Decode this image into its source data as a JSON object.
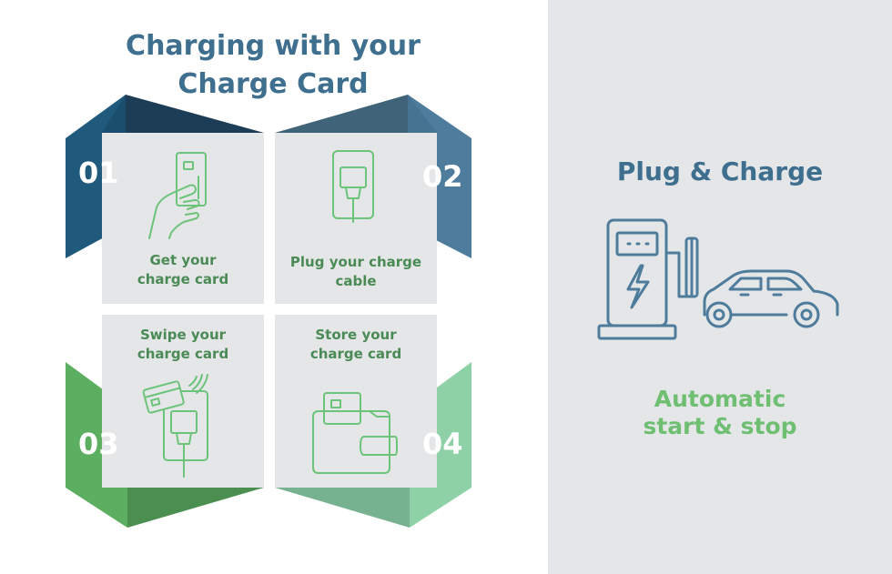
{
  "title_line1": "Charging with your",
  "title_line2": "Charge Card",
  "steps": [
    {
      "num": "01",
      "line1": "Get your",
      "line2": "charge card",
      "icon": "hand-card-icon"
    },
    {
      "num": "02",
      "line1": "Plug your charge",
      "line2": "cable",
      "icon": "plug-icon"
    },
    {
      "num": "03",
      "line1": "Swipe your",
      "line2": "charge card",
      "icon": "card-tap-charger-icon"
    },
    {
      "num": "04",
      "line1": "Store your",
      "line2": "charge card",
      "icon": "wallet-icon"
    }
  ],
  "right": {
    "title": "Plug & Charge",
    "sub_line1": "Automatic",
    "sub_line2": "start & stop",
    "icon": "charging-station-car-icon"
  },
  "colors": {
    "dark_blue": "#1f5a7d",
    "mid_blue": "#4e7c9c",
    "green": "#5cae60",
    "light_green": "#8fd1a6",
    "icon_green": "#6cc37a",
    "text_blue": "#3f6f8f",
    "panel_gray": "#e5e6e8"
  }
}
